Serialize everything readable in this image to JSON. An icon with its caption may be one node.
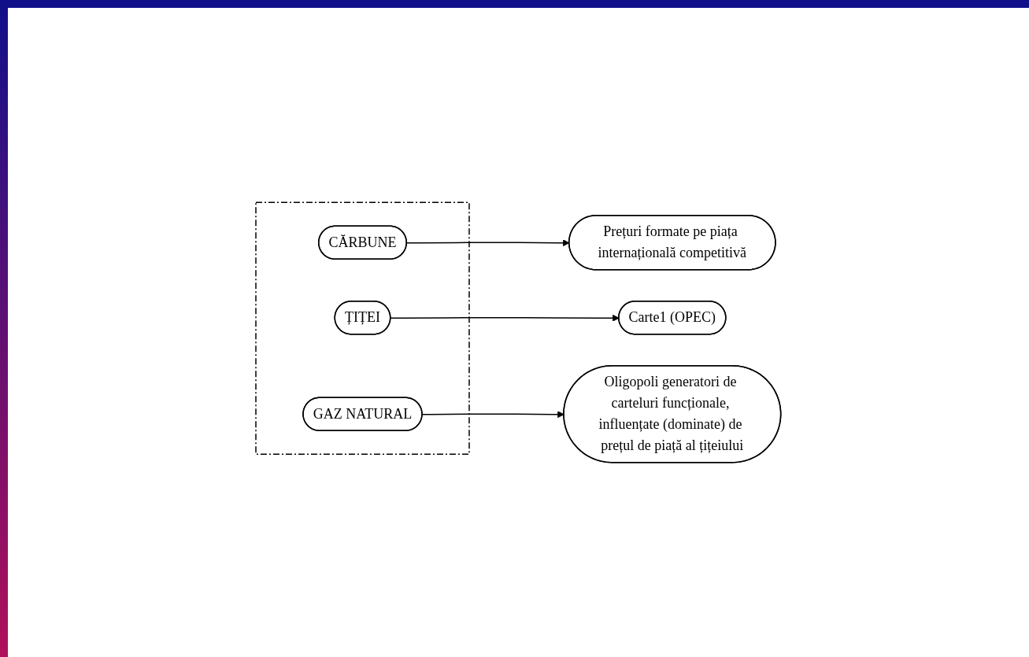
{
  "diagram": {
    "nodes": [
      {
        "text": [],
        "shape": "box"
      },
      {
        "text": [
          "CĂRBUNE"
        ],
        "in": 0
      },
      {
        "text": [
          "ȚIȚEI"
        ],
        "in": 0
      },
      {
        "text": [
          "GAZ NATURAL"
        ],
        "in": 0
      },
      {
        "text": [
          "Prețuri formate pe piața internațională competitivă"
        ]
      },
      {
        "text": [
          "Carte1 (OPEC)"
        ]
      },
      {
        "text": [
          "Oligopoli generatori de carteluri funcționale, influențate (dominate) de prețul de piață al țițeiului"
        ]
      }
    ],
    "edges": [
      {
        "from": 1,
        "to": 4,
        "arrow": "to"
      },
      {
        "from": 2,
        "to": 5,
        "arrow": "to"
      },
      {
        "from": 3,
        "to": 6,
        "arrow": "to"
      }
    ]
  }
}
